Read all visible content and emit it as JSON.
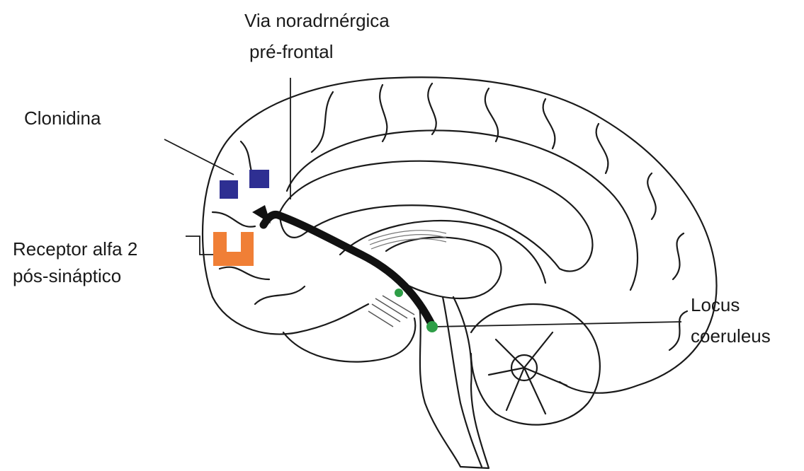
{
  "labels": {
    "via_line1": "Via noradrnérgica",
    "via_line2": "pré-frontal",
    "clonidina": "Clonidina",
    "receptor_line1": "Receptor alfa 2",
    "receptor_line2": "pós-sináptico",
    "locus_line1": "Locus",
    "locus_line2": "coeruleus"
  },
  "colors": {
    "outline": "#1a1a1a",
    "clonidina_marker": "#2e2f92",
    "receptor_marker": "#f07f36",
    "locus_marker": "#2e9e47",
    "pathway": "#111111"
  }
}
